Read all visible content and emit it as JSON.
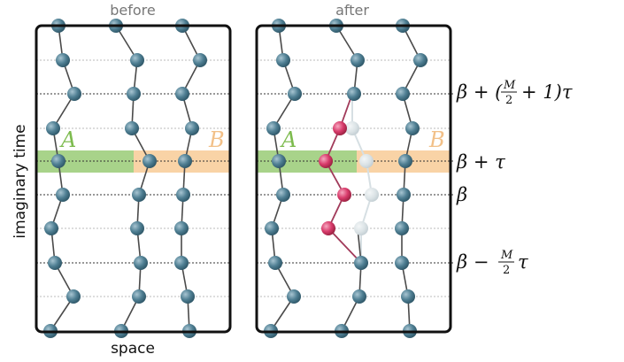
{
  "panels": {
    "before_title": "before",
    "after_title": "after"
  },
  "axes": {
    "y_label": "imaginary time",
    "x_label": "space"
  },
  "regions": {
    "a_label": "A",
    "b_label": "B",
    "a_color": "#a8d38a",
    "b_color": "#f9d3a6"
  },
  "levels": {
    "upper": "β + (M/2 + 1)τ",
    "mid_high": "β + τ",
    "mid": "β",
    "lower": "β − (M/2)τ"
  },
  "colors": {
    "bead": "#4f7f93",
    "bead_highlight": "#d83b6b",
    "bead_ghost": "#d6dfe3",
    "link": "#4a4a4a",
    "link_highlight": "#a13a5a",
    "frame": "#111111"
  }
}
